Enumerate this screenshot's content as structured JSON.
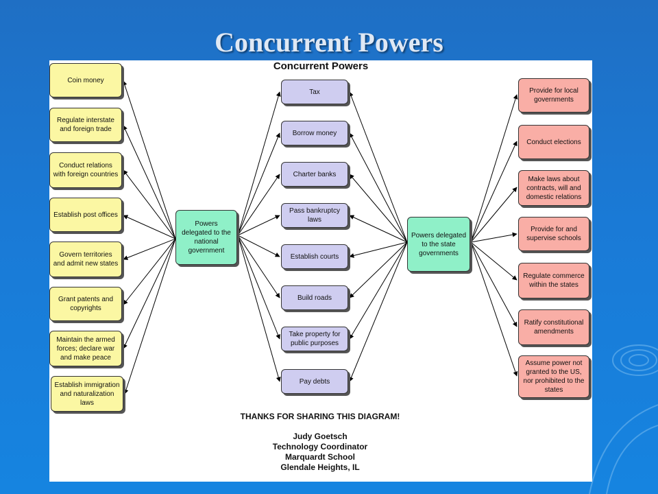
{
  "slide_title": "Concurrent Powers",
  "diagram_title": "Concurrent Powers",
  "national": {
    "hub": "Powers delegated to the national government",
    "items": [
      "Coin money",
      "Regulate interstate and foreign trade",
      "Conduct relations with foreign countries",
      "Establish post offices",
      "Govern territories and admit new states",
      "Grant patents and copyrights",
      "Maintain the armed forces; declare war and make peace",
      "Establish immigration and naturalization laws"
    ]
  },
  "concurrent": [
    "Tax",
    "Borrow money",
    "Charter banks",
    "Pass bankruptcy laws",
    "Establish courts",
    "Build roads",
    "Take property for public purposes",
    "Pay debts"
  ],
  "state": {
    "hub": "Powers delegated to the state governments",
    "items": [
      "Provide for local governments",
      "Conduct elections",
      "Make laws about contracts, will and domestic relations",
      "Provide for and supervise schools",
      "Regulate commerce within the states",
      "Ratify constitutional amendments",
      "Assume power not granted to the US, nor prohibited to the states"
    ]
  },
  "credits": {
    "thanks": "THANKS FOR SHARING THIS DIAGRAM!",
    "name": "Judy Goetsch",
    "role": "Technology Coordinator",
    "school": "Marquardt School",
    "city": "Glendale Heights, IL"
  },
  "colors": {
    "national_items": "#fbf7a3",
    "concurrent_items": "#cfcdf0",
    "hubs": "#8ff0c8",
    "state_items": "#f9aea6"
  }
}
